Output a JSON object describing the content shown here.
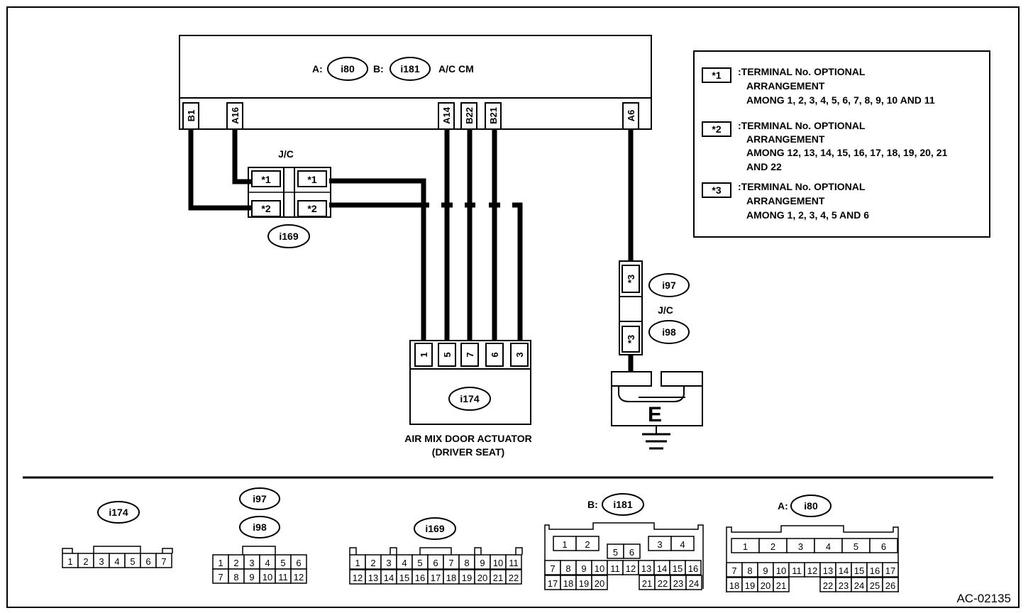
{
  "control_module": {
    "conn_a_prefix": "A:",
    "conn_a": "i80",
    "conn_b_prefix": "B:",
    "conn_b": "i181",
    "name": "A/C CM",
    "pins": {
      "b1": "B1",
      "a16": "A16",
      "a14": "A14",
      "b22": "B22",
      "b21": "B21",
      "a6": "A6"
    }
  },
  "jc_top": {
    "label": "J/C",
    "connector": "i169",
    "terminals": [
      "*1",
      "*2",
      "*1",
      "*2"
    ]
  },
  "actuator": {
    "connector": "i174",
    "pins": [
      "1",
      "5",
      "7",
      "6",
      "3"
    ],
    "name_line1": "AIR MIX DOOR ACTUATOR",
    "name_line2": "(DRIVER SEAT)"
  },
  "jc_side": {
    "label": "J/C",
    "connector_top": "i97",
    "connector_bottom": "i98",
    "terminal": "*3"
  },
  "ground": {
    "label": "E"
  },
  "legend": [
    {
      "symbol": "*1",
      "lines": [
        ":TERMINAL No. OPTIONAL",
        "ARRANGEMENT",
        "AMONG 1, 2, 3, 4, 5, 6, 7, 8, 9, 10 AND 11"
      ]
    },
    {
      "symbol": "*2",
      "lines": [
        ":TERMINAL No. OPTIONAL",
        "ARRANGEMENT",
        "AMONG 12, 13, 14, 15, 16, 17, 18, 19, 20, 21",
        "AND 22"
      ]
    },
    {
      "symbol": "*3",
      "lines": [
        ":TERMINAL No. OPTIONAL",
        "ARRANGEMENT",
        "AMONG 1, 2, 3, 4, 5 AND 6"
      ]
    }
  ],
  "connector_views": {
    "i174": {
      "label": "i174",
      "row1": [
        "1",
        "2",
        "3",
        "4",
        "5",
        "6",
        "7"
      ]
    },
    "i97_i98": {
      "label_top": "i97",
      "label_bottom": "i98",
      "row1": [
        "1",
        "2",
        "3",
        "4",
        "5",
        "6"
      ],
      "row2": [
        "7",
        "8",
        "9",
        "10",
        "11",
        "12"
      ]
    },
    "i169": {
      "label": "i169",
      "row1": [
        "1",
        "2",
        "3",
        "4",
        "5",
        "6",
        "7",
        "8",
        "9",
        "10",
        "11"
      ],
      "row2": [
        "12",
        "13",
        "14",
        "15",
        "16",
        "17",
        "18",
        "19",
        "20",
        "21",
        "22"
      ]
    },
    "i181": {
      "prefix": "B:",
      "label": "i181",
      "row1": [
        "1",
        "2",
        "5",
        "6",
        "3",
        "4"
      ],
      "row2": [
        "7",
        "8",
        "9",
        "10",
        "11",
        "12",
        "13",
        "14",
        "15",
        "16"
      ],
      "row3": [
        "17",
        "18",
        "19",
        "20",
        "21",
        "22",
        "23",
        "24"
      ]
    },
    "i80": {
      "prefix": "A:",
      "label": "i80",
      "row1": [
        "1",
        "2",
        "3",
        "4",
        "5",
        "6"
      ],
      "row2": [
        "7",
        "8",
        "9",
        "10",
        "11",
        "12",
        "13",
        "14",
        "15",
        "16",
        "17"
      ],
      "row3": [
        "18",
        "19",
        "20",
        "21",
        "22",
        "23",
        "24",
        "25",
        "26"
      ]
    }
  },
  "figure_id": "AC-02135"
}
